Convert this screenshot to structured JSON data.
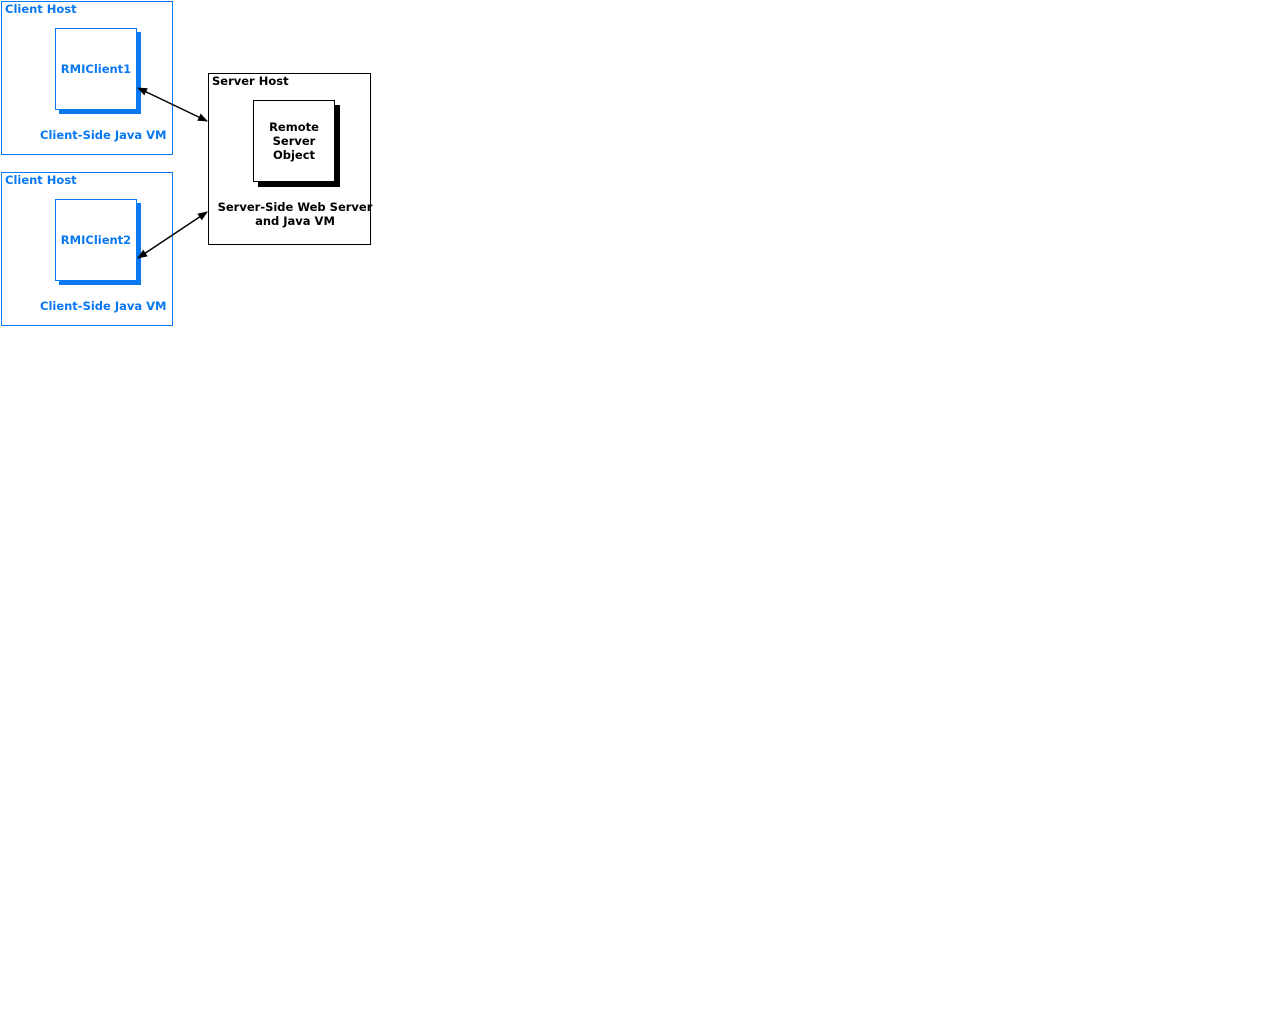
{
  "clients": [
    {
      "host_label": "Client Host",
      "object_label": "RMIClient1",
      "vm_label": "Client-Side Java VM"
    },
    {
      "host_label": "Client Host",
      "object_label": "RMIClient2",
      "vm_label": "Client-Side Java VM"
    }
  ],
  "server": {
    "host_label": "Server Host",
    "object_label": "Remote Server Object",
    "vm_label_line1": "Server-Side Web Server",
    "vm_label_line2": "and Java VM"
  },
  "colors": {
    "client": "#0a78f0",
    "server": "#000000"
  }
}
